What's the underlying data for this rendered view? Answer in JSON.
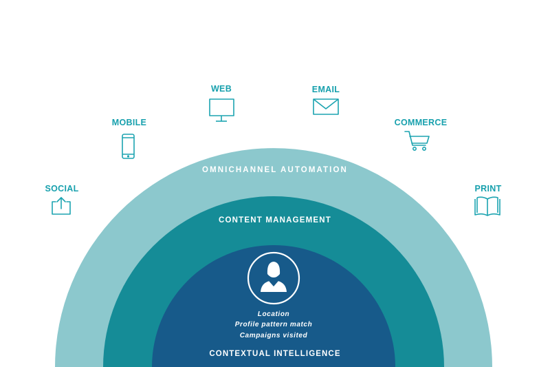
{
  "channels": {
    "social": {
      "label": "SOCIAL",
      "icon": "share-upload-icon"
    },
    "mobile": {
      "label": "MOBILE",
      "icon": "smartphone-icon"
    },
    "web": {
      "label": "WEB",
      "icon": "monitor-icon"
    },
    "email": {
      "label": "EMAIL",
      "icon": "envelope-icon"
    },
    "commerce": {
      "label": "COMMERCE",
      "icon": "shopping-cart-icon"
    },
    "print": {
      "label": "PRINT",
      "icon": "open-book-icon"
    }
  },
  "rings": {
    "outer": {
      "label": "OMNICHANNEL AUTOMATION",
      "color": "#8cc8cd"
    },
    "middle": {
      "label": "CONTENT MANAGEMENT",
      "color": "#158c97"
    },
    "inner": {
      "label": "CONTEXTUAL INTELLIGENCE",
      "color": "#175a8a"
    }
  },
  "core": {
    "icon": "user-profile-icon",
    "details": [
      "Location",
      "Profile pattern match",
      "Campaigns visited"
    ]
  },
  "colors": {
    "accent": "#17a0ad",
    "icon_stroke": "#1ba3b0",
    "background": "#ffffff"
  }
}
